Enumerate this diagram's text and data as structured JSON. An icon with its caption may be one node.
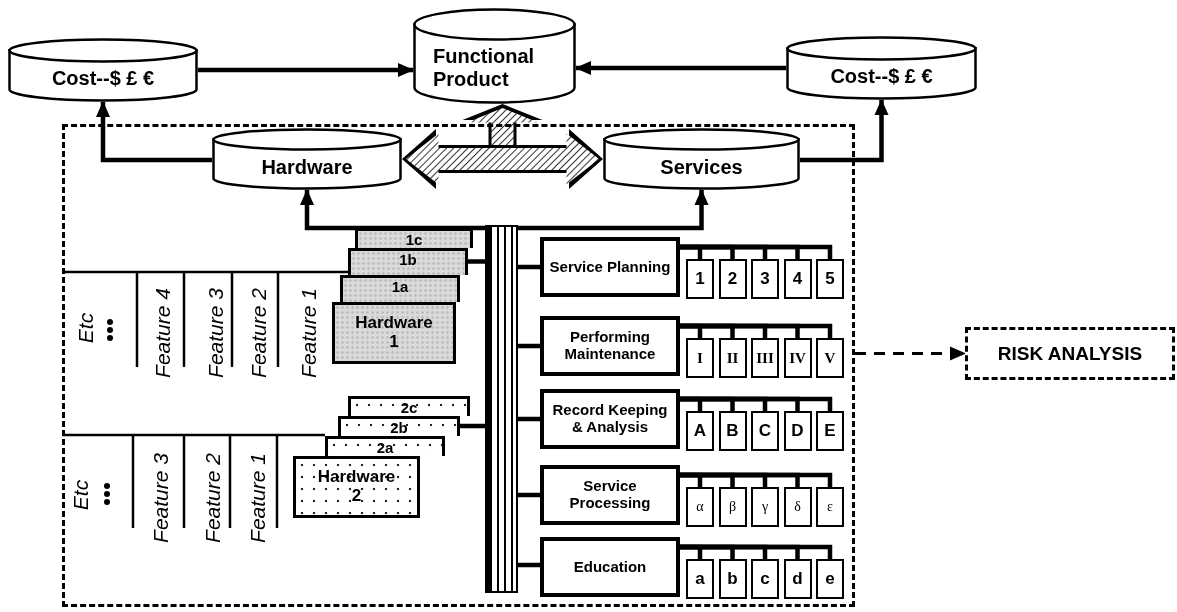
{
  "diagram": {
    "nodes": [
      {
        "text": [
          "Cost--$ £ €"
        ]
      },
      {
        "text": [
          "Functional Product"
        ]
      },
      {
        "text": [
          "Cost--$ £ €"
        ]
      },
      {
        "text": [],
        "shape": "box"
      },
      {
        "text": [
          "Hardware"
        ],
        "in": 3
      },
      {
        "text": [
          "Services"
        ],
        "in": 3
      },
      {
        "text": [],
        "shape": "bar",
        "in": 3
      },
      {
        "text": [
          "1c"
        ],
        "in": 3
      },
      {
        "text": [
          "1b"
        ],
        "in": 3
      },
      {
        "text": [
          "1a"
        ],
        "in": 3
      },
      {
        "text": [
          "Hardware 1"
        ],
        "in": 3
      },
      {
        "text": [
          "2c"
        ],
        "in": 3
      },
      {
        "text": [
          "2b"
        ],
        "in": 3
      },
      {
        "text": [
          "2a"
        ],
        "in": 3
      },
      {
        "text": [
          "Hardware 2"
        ],
        "in": 3
      },
      {
        "text": [
          "Service Planning"
        ],
        "in": 3
      },
      {
        "text": [
          "1"
        ],
        "in": 3
      },
      {
        "text": [
          "2"
        ],
        "in": 3
      },
      {
        "text": [
          "3"
        ],
        "in": 3
      },
      {
        "text": [
          "4"
        ],
        "in": 3
      },
      {
        "text": [
          "5"
        ],
        "in": 3
      },
      {
        "text": [
          "Performing Maintenance"
        ],
        "in": 3
      },
      {
        "text": [
          "I"
        ],
        "in": 3
      },
      {
        "text": [
          "II"
        ],
        "in": 3
      },
      {
        "text": [
          "III"
        ],
        "in": 3
      },
      {
        "text": [
          "IV"
        ],
        "in": 3
      },
      {
        "text": [
          "V"
        ],
        "in": 3
      },
      {
        "text": [
          "Record Keeping & Analysis"
        ],
        "in": 3
      },
      {
        "text": [
          "A"
        ],
        "in": 3
      },
      {
        "text": [
          "B"
        ],
        "in": 3
      },
      {
        "text": [
          "C"
        ],
        "in": 3
      },
      {
        "text": [
          "D"
        ],
        "in": 3
      },
      {
        "text": [
          "E"
        ],
        "in": 3
      },
      {
        "text": [
          "Service Processing"
        ],
        "in": 3
      },
      {
        "text": [
          "α"
        ],
        "in": 3
      },
      {
        "text": [
          "β"
        ],
        "in": 3
      },
      {
        "text": [
          "γ"
        ],
        "in": 3
      },
      {
        "text": [
          "δ"
        ],
        "in": 3
      },
      {
        "text": [
          "ε"
        ],
        "in": 3
      },
      {
        "text": [
          "Education"
        ],
        "in": 3
      },
      {
        "text": [
          "a"
        ],
        "in": 3
      },
      {
        "text": [
          "b"
        ],
        "in": 3
      },
      {
        "text": [
          "c"
        ],
        "in": 3
      },
      {
        "text": [
          "d"
        ],
        "in": 3
      },
      {
        "text": [
          "e"
        ],
        "in": 3
      },
      {
        "text": [
          "RISK ANALYSIS"
        ]
      }
    ],
    "edges": [
      {
        "from": 0,
        "to": 1,
        "arrow": "to"
      },
      {
        "from": 2,
        "to": 1,
        "arrow": "to"
      },
      {
        "from": 4,
        "to": 0,
        "arrow": "to"
      },
      {
        "from": 5,
        "to": 2,
        "arrow": "to"
      },
      {
        "from": 6,
        "to": 4,
        "arrow": "to"
      },
      {
        "from": 6,
        "to": 5,
        "arrow": "to"
      },
      {
        "from": 4,
        "to": 5,
        "arrow": "both",
        "style": "thick"
      },
      {
        "from": null,
        "to": 1,
        "arrow": "to",
        "style": "thick"
      },
      {
        "from": 8,
        "to": 6,
        "arrow": "none"
      },
      {
        "from": 12,
        "to": 6,
        "arrow": "none"
      },
      {
        "from": 6,
        "to": 15,
        "arrow": "none"
      },
      {
        "from": 6,
        "to": 21,
        "arrow": "none"
      },
      {
        "from": 6,
        "to": 27,
        "arrow": "none"
      },
      {
        "from": 6,
        "to": 33,
        "arrow": "none"
      },
      {
        "from": 6,
        "to": 39,
        "arrow": "none"
      },
      {
        "from": 15,
        "to": 16,
        "arrow": "none"
      },
      {
        "from": 15,
        "to": 17,
        "arrow": "none"
      },
      {
        "from": 15,
        "to": 18,
        "arrow": "none"
      },
      {
        "from": 15,
        "to": 19,
        "arrow": "none"
      },
      {
        "from": 15,
        "to": 20,
        "arrow": "none"
      },
      {
        "from": 21,
        "to": 22,
        "arrow": "none"
      },
      {
        "from": 21,
        "to": 23,
        "arrow": "none"
      },
      {
        "from": 21,
        "to": 24,
        "arrow": "none"
      },
      {
        "from": 21,
        "to": 25,
        "arrow": "none"
      },
      {
        "from": 21,
        "to": 26,
        "arrow": "none"
      },
      {
        "from": 27,
        "to": 28,
        "arrow": "none"
      },
      {
        "from": 27,
        "to": 29,
        "arrow": "none"
      },
      {
        "from": 27,
        "to": 30,
        "arrow": "none"
      },
      {
        "from": 27,
        "to": 31,
        "arrow": "none"
      },
      {
        "from": 27,
        "to": 32,
        "arrow": "none"
      },
      {
        "from": 33,
        "to": 34,
        "arrow": "none"
      },
      {
        "from": 33,
        "to": 35,
        "arrow": "none"
      },
      {
        "from": 33,
        "to": 36,
        "arrow": "none"
      },
      {
        "from": 33,
        "to": 37,
        "arrow": "none"
      },
      {
        "from": 33,
        "to": 38,
        "arrow": "none"
      },
      {
        "from": 39,
        "to": 40,
        "arrow": "none"
      },
      {
        "from": 39,
        "to": 41,
        "arrow": "none"
      },
      {
        "from": 39,
        "to": 42,
        "arrow": "none"
      },
      {
        "from": 39,
        "to": 43,
        "arrow": "none"
      },
      {
        "from": 39,
        "to": 44,
        "arrow": "none"
      },
      {
        "from": 3,
        "to": 45,
        "arrow": "to",
        "style": "dashed"
      }
    ],
    "labels": [
      "Etc",
      "Feature 4",
      "Feature 3",
      "Feature 2",
      "Feature 1",
      "Etc",
      "Feature 3",
      "Feature 2",
      "Feature 1"
    ]
  }
}
